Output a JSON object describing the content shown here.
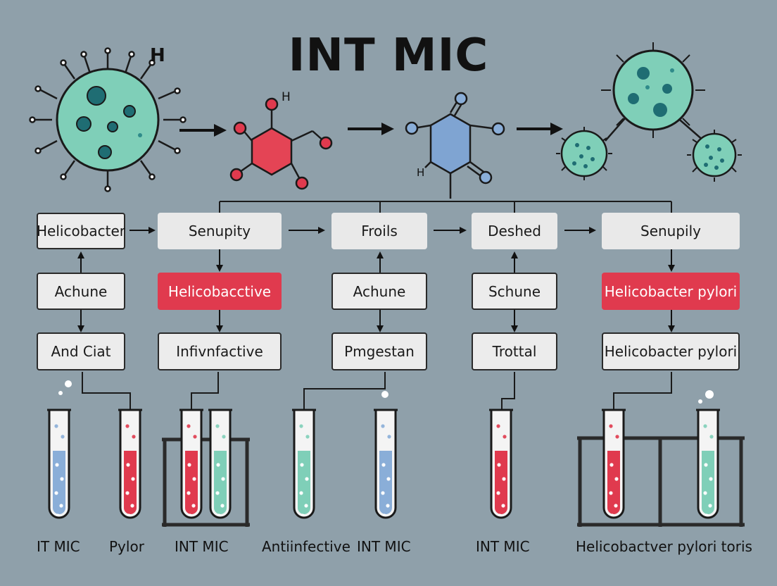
{
  "title": "INT MIC",
  "microbe_label": "H",
  "molecule1_label": "H",
  "molecule2_label": "H",
  "colors": {
    "background": "#8fa0aa",
    "teal": "#7fcfb8",
    "red": "#e03a4e",
    "blue": "#8aaed8",
    "dark": "#1a1a1a"
  },
  "row1": [
    "Helicobacter",
    "Senupity",
    "Froils",
    "Deshed",
    "Senupily"
  ],
  "row2": [
    "Achune",
    "Helicobacctive",
    "Achune",
    "Schune",
    "Helicobacter pylori"
  ],
  "row3": [
    "And Ciat",
    "Infivnfactive",
    "Pmgestan",
    "Trottal",
    "Helicobacter pylori"
  ],
  "bottom_labels": [
    "IT MIC",
    "Pylor",
    "INT MIC",
    "Antiinfective",
    "INT MIC",
    "INT MIC",
    "Helicobactver pylori toris"
  ]
}
